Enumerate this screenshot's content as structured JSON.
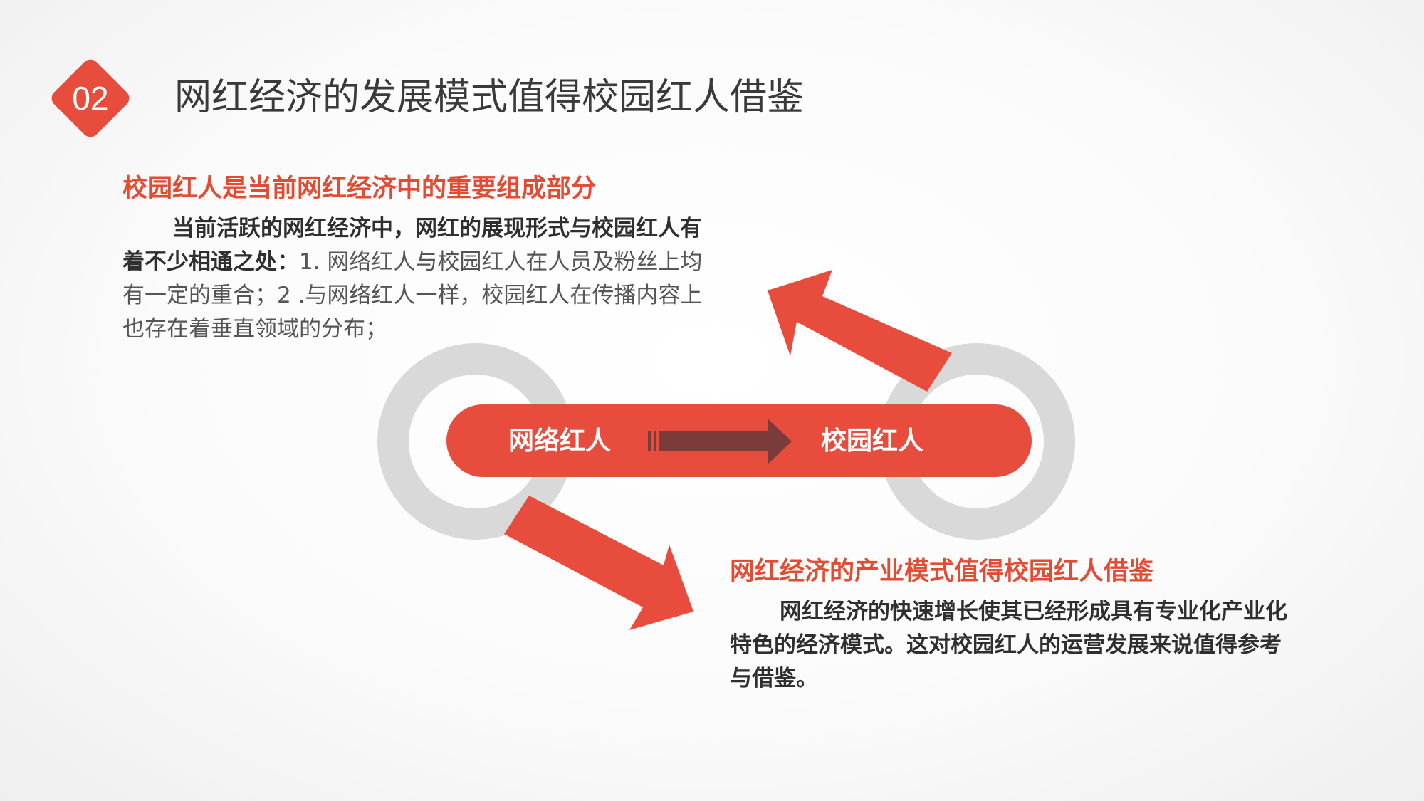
{
  "section_number": "02",
  "title": "网红经济的发展模式值得校园红人借鉴",
  "flow": {
    "from_label": "网络红人",
    "to_label": "校园红人"
  },
  "block1": {
    "heading": "校园红人是当前网红经济中的重要组成部分",
    "body_bold": "当前活跃的网红经济中，网红的展现形式与校园红人有着不少相通之处：",
    "body_normal": "1. 网络红人与校园红人在人员及粉丝上均有一定的重合；2 .与网络红人一样，校园红人在传播内容上也存在着垂直领域的分布；"
  },
  "block2": {
    "heading": "网红经济的产业模式值得校园红人借鉴",
    "body": "网红经济的快速增长使其已经形成具有专业化产业化特色的经济模式。这对校园红人的运营发展来说值得参考与借鉴。"
  },
  "colors": {
    "accent": "#e84c3d",
    "dark_arrow": "#7a3b3b",
    "ring": "#d9d9d9"
  }
}
